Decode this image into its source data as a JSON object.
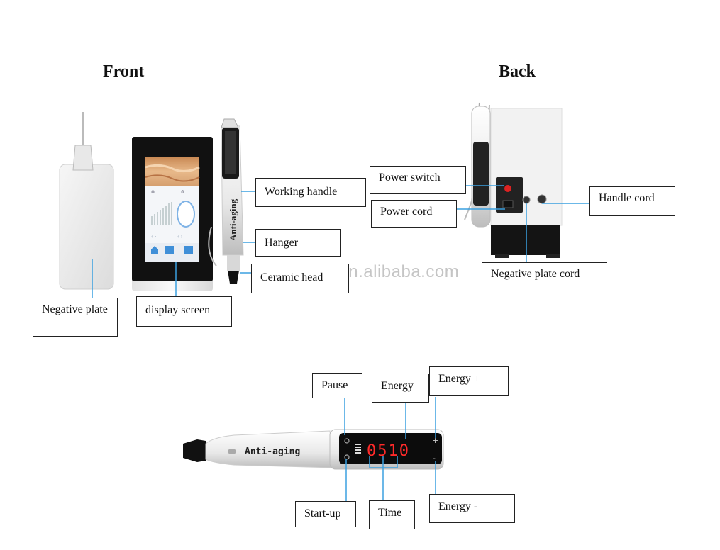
{
  "headings": {
    "front": "Front",
    "back": "Back"
  },
  "labels": {
    "negative_plate": "Negative plate",
    "display_screen": "display screen",
    "working_handle": "Working handle",
    "hanger": "Hanger",
    "ceramic_head": "Ceramic head",
    "power_switch": "Power switch",
    "power_cord": "Power cord",
    "handle_cord": "Handle cord",
    "negative_plate_cord": "Negative plate cord",
    "pause": "Pause",
    "energy": "Energy",
    "energy_plus": "Energy +",
    "start_up": "Start-up",
    "time": "Time",
    "energy_minus": "Energy -"
  },
  "device_text": {
    "handle_brand": "Anti-aging",
    "pen_brand": "Anti-aging",
    "pen_display": "0510"
  },
  "watermark": "orangeipl.en.alibaba.com",
  "colors": {
    "display_red": "#ff2a2a",
    "leader_line": "#3aa0e0",
    "screen_blue": "#3f8fd8"
  }
}
